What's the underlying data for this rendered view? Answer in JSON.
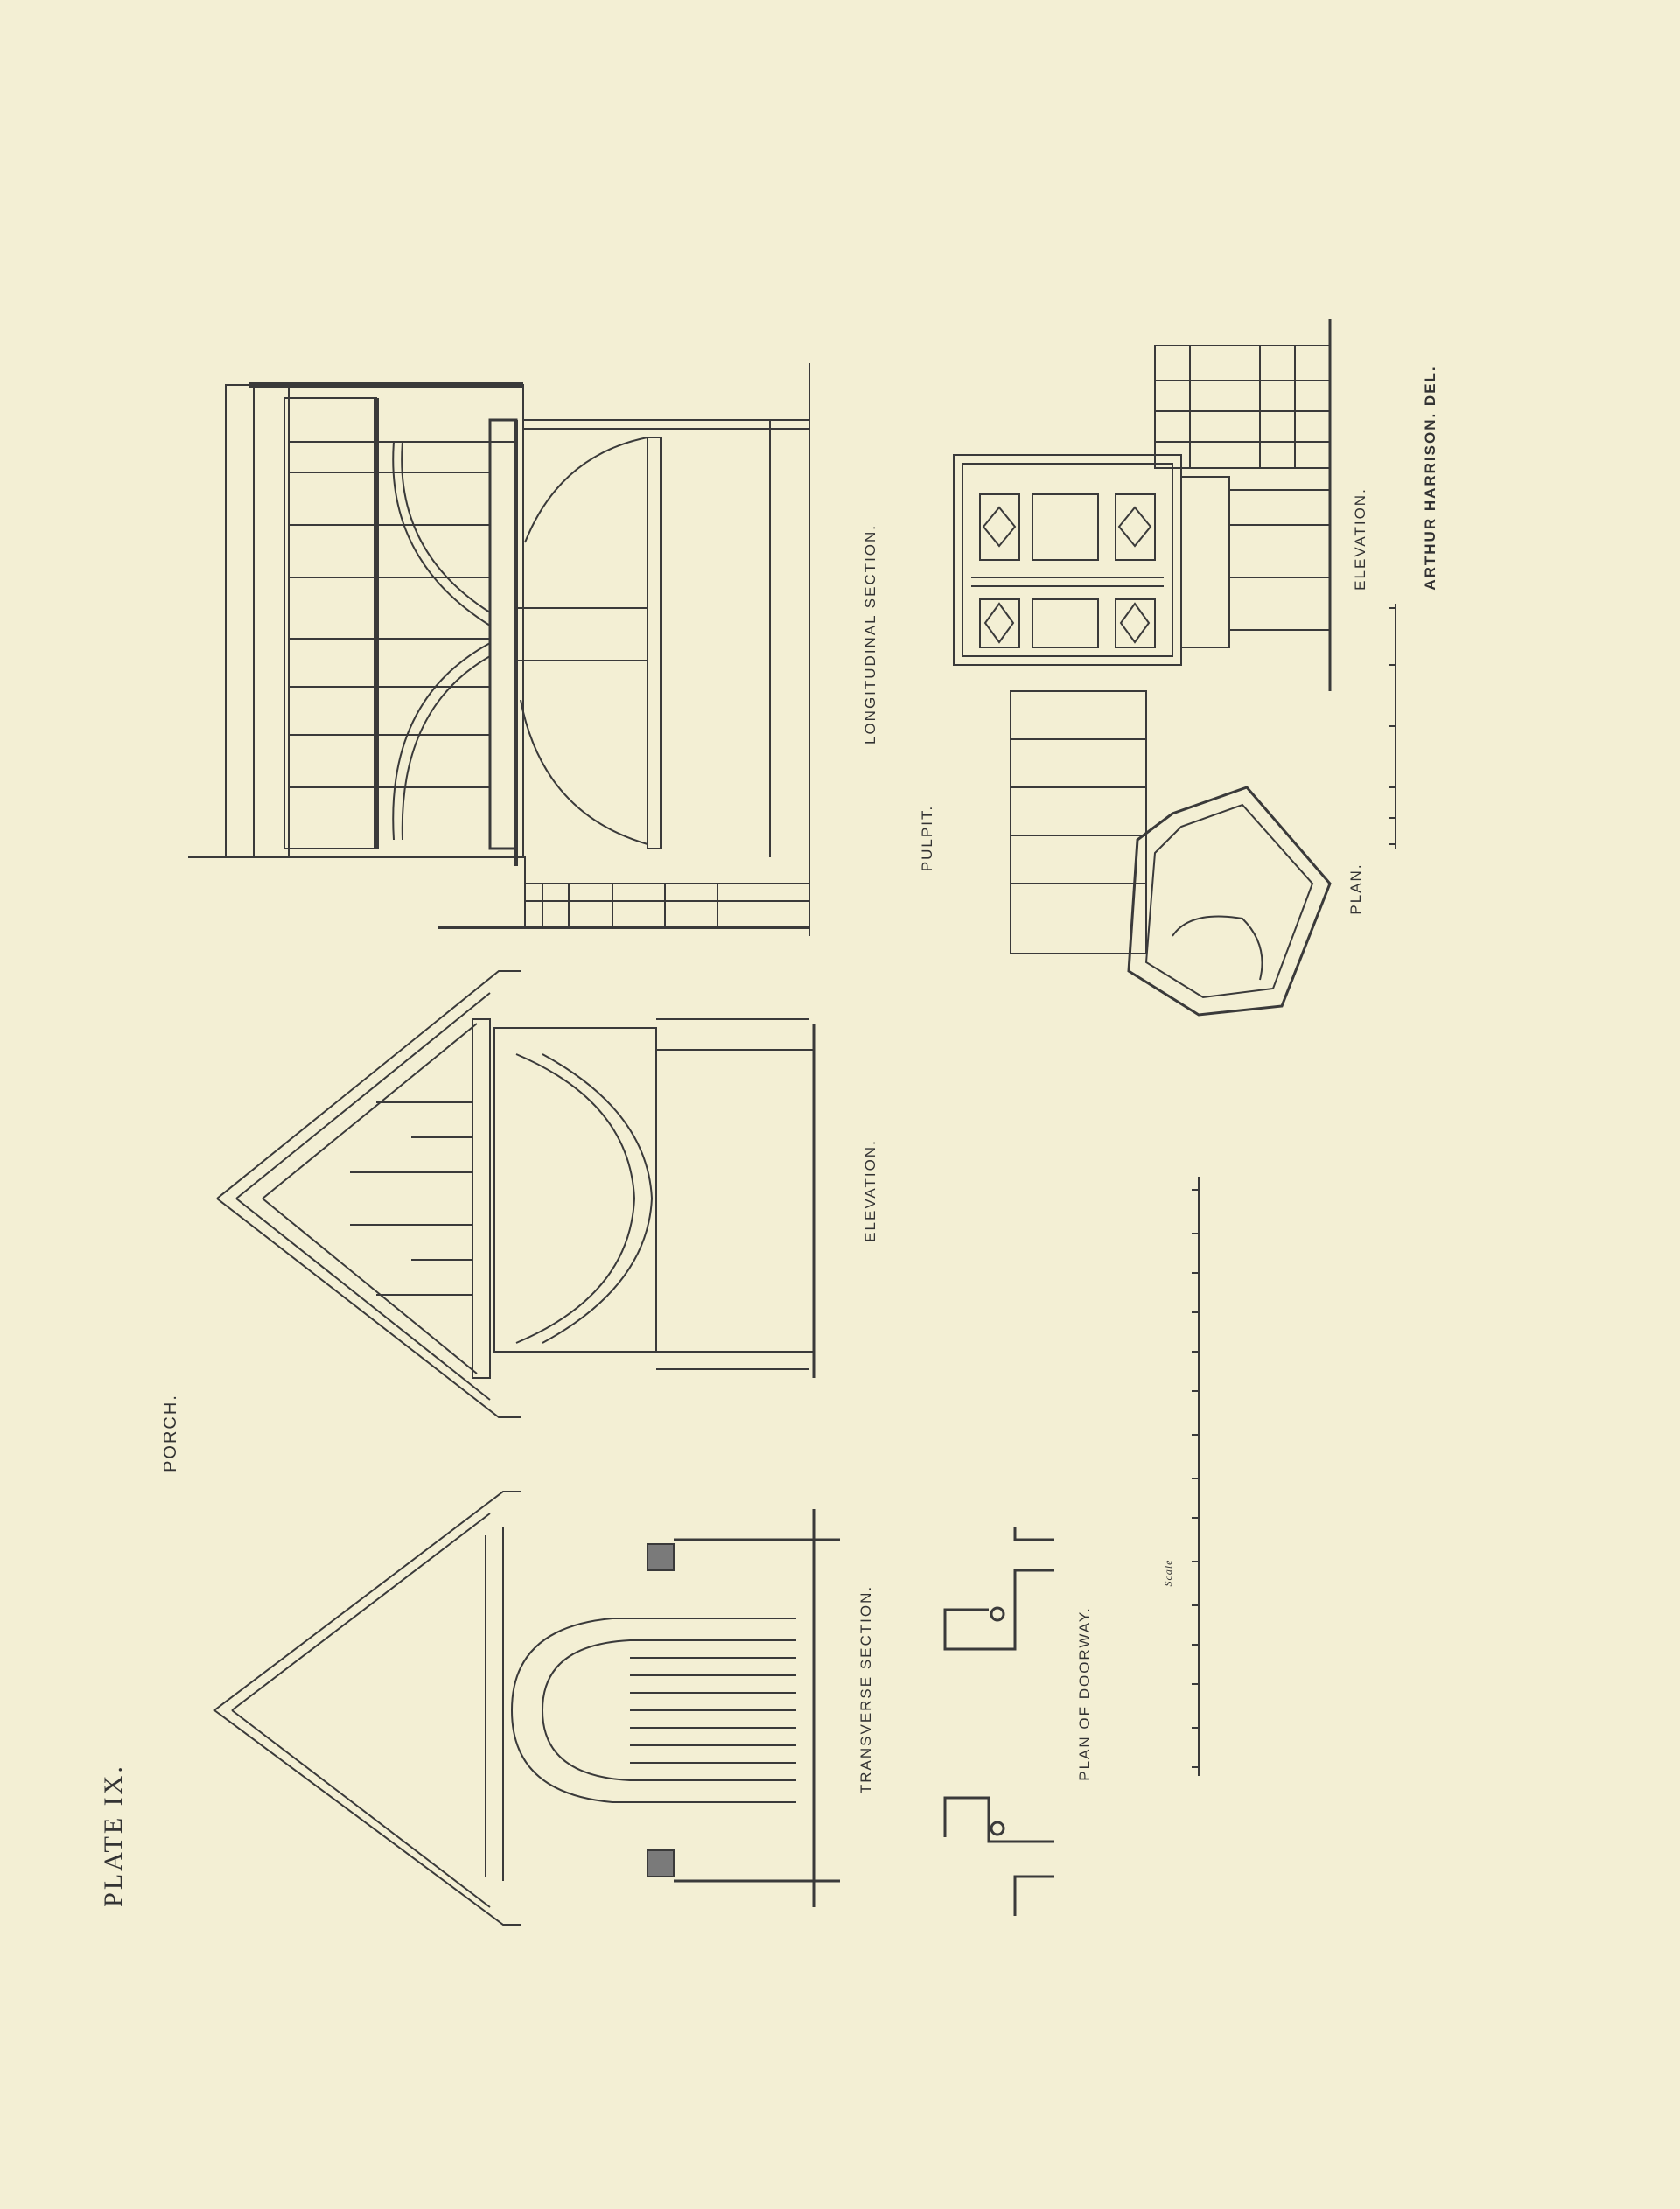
{
  "plate": {
    "title": "PLATE IX.",
    "group_label": "PORCH.",
    "credit": "ARTHUR HARRISON. DEL."
  },
  "porch": {
    "transverse_section": "TRANSVERSE SECTION.",
    "elevation": "ELEVATION.",
    "longitudinal_section": "LONGITUDINAL SECTION.",
    "plan_of_doorway": "PLAN OF DOORWAY.",
    "scale_label": "Scale"
  },
  "pulpit": {
    "label": "PULPIT.",
    "plan": "PLAN.",
    "elevation": "ELEVATION."
  },
  "colors": {
    "paper": "#f3efd4",
    "ink": "#3a3a3a"
  }
}
